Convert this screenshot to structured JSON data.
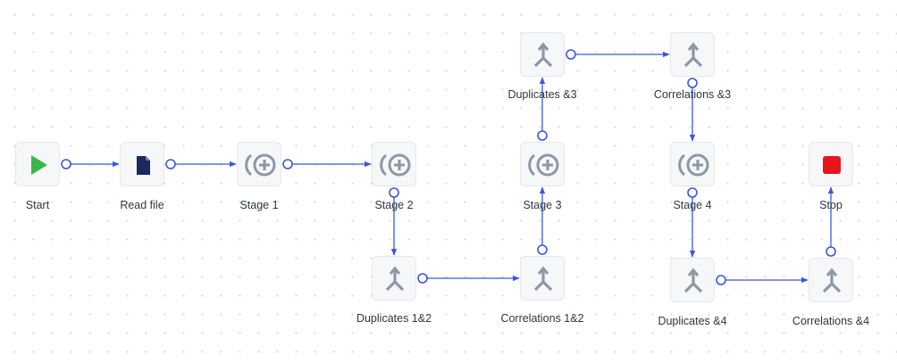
{
  "colors": {
    "edge": "#3d57d8",
    "node_bg": "#f6f7f8",
    "icon_gray": "#8e97a6",
    "start_green": "#3bb54a",
    "file_navy": "#1b2a5c",
    "stop_red": "#e8151c",
    "label": "#2f3640"
  },
  "nodes": [
    {
      "id": "start",
      "label": "Start",
      "icon": "play-icon"
    },
    {
      "id": "read-file",
      "label": "Read file",
      "icon": "file-icon"
    },
    {
      "id": "stage-1",
      "label": "Stage 1",
      "icon": "stage-plus-icon"
    },
    {
      "id": "stage-2",
      "label": "Stage 2",
      "icon": "stage-plus-icon"
    },
    {
      "id": "duplicates-1-2",
      "label": "Duplicates 1&2",
      "icon": "merge-icon"
    },
    {
      "id": "correlations-1-2",
      "label": "Correlations 1&2",
      "icon": "merge-icon"
    },
    {
      "id": "stage-3",
      "label": "Stage 3",
      "icon": "stage-plus-icon"
    },
    {
      "id": "duplicates-3",
      "label": "Duplicates &3",
      "icon": "merge-icon"
    },
    {
      "id": "correlations-3",
      "label": "Correlations &3",
      "icon": "merge-icon"
    },
    {
      "id": "stage-4",
      "label": "Stage 4",
      "icon": "stage-plus-icon"
    },
    {
      "id": "duplicates-4",
      "label": "Duplicates &4",
      "icon": "merge-icon"
    },
    {
      "id": "correlations-4",
      "label": "Correlations &4",
      "icon": "merge-icon"
    },
    {
      "id": "stop",
      "label": "Stop",
      "icon": "stop-icon"
    }
  ],
  "edges": [
    {
      "from": "start",
      "to": "read-file"
    },
    {
      "from": "read-file",
      "to": "stage-1"
    },
    {
      "from": "stage-1",
      "to": "stage-2"
    },
    {
      "from": "stage-2",
      "to": "duplicates-1-2"
    },
    {
      "from": "duplicates-1-2",
      "to": "correlations-1-2"
    },
    {
      "from": "correlations-1-2",
      "to": "stage-3"
    },
    {
      "from": "stage-3",
      "to": "duplicates-3"
    },
    {
      "from": "duplicates-3",
      "to": "correlations-3"
    },
    {
      "from": "correlations-3",
      "to": "stage-4"
    },
    {
      "from": "stage-4",
      "to": "duplicates-4"
    },
    {
      "from": "duplicates-4",
      "to": "correlations-4"
    },
    {
      "from": "correlations-4",
      "to": "stop"
    }
  ]
}
